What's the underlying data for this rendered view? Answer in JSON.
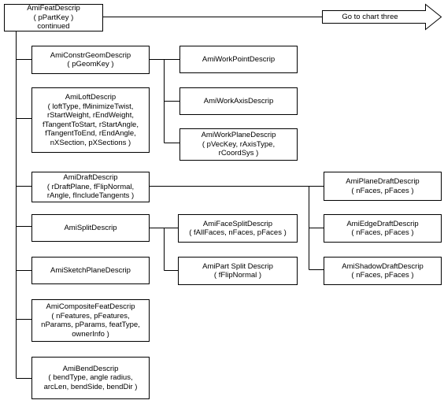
{
  "root": {
    "title": "AmiFeatDescrip",
    "sub": [
      "( pPartKey )",
      "continued"
    ]
  },
  "goto": {
    "label": "Go to chart three"
  },
  "nodes": {
    "constrgeom": {
      "title": "AmiConstrGeomDescrip",
      "sub": [
        "( pGeomKey )"
      ]
    },
    "workpoint": {
      "title": "AmiWorkPointDescrip",
      "sub": []
    },
    "workaxis": {
      "title": "AmiWorkAxisDescrip",
      "sub": []
    },
    "workplane": {
      "title": "AmiWorkPlaneDescrip",
      "sub": [
        "( pVecKey, rAxisType,",
        "rCoordSys )"
      ]
    },
    "loft": {
      "title": "AmiLoftDescrip",
      "sub": [
        "( loftType, fMinimizeTwist,",
        "rStartWeight, rEndWeight,",
        "fTangentToStart, rStartAngle,",
        "fTangentToEnd, rEndAngle,",
        "nXSection, pXSections )"
      ]
    },
    "draft": {
      "title": "AmiDraftDescrip",
      "sub": [
        "( rDraftPlane, fFlipNormal,",
        "rAngle, fIncludeTangents )"
      ]
    },
    "planedraft": {
      "title": "AmiPlaneDraftDescrip",
      "sub": [
        "( nFaces, pFaces )"
      ]
    },
    "edgedraft": {
      "title": "AmiEdgeDraftDescrip",
      "sub": [
        "( nFaces, pFaces )"
      ]
    },
    "shadowdraft": {
      "title": "AmiShadowDraftDescrip",
      "sub": [
        "( nFaces, pFaces )"
      ]
    },
    "split": {
      "title": "AmiSplitDescrip",
      "sub": []
    },
    "facesplit": {
      "title": "AmiFaceSplitDescrip",
      "sub": [
        "( fAllFaces, nFaces, pFaces )"
      ]
    },
    "partsplit": {
      "title": "AmiPart Split Descrip",
      "sub": [
        "( fFlipNormal )"
      ]
    },
    "sketchplane": {
      "title": "AmiSketchPlaneDescrip",
      "sub": []
    },
    "composite": {
      "title": "AmiCompositeFeatDescrip",
      "sub": [
        "( nFeatures, pFeatures,",
        "nParams, pParams, featType,",
        "ownerInfo )"
      ]
    },
    "bend": {
      "title": "AmiBendDescrip",
      "sub": [
        "( bendType, angle radius,",
        "arcLen, bendSide, bendDir )"
      ]
    }
  }
}
